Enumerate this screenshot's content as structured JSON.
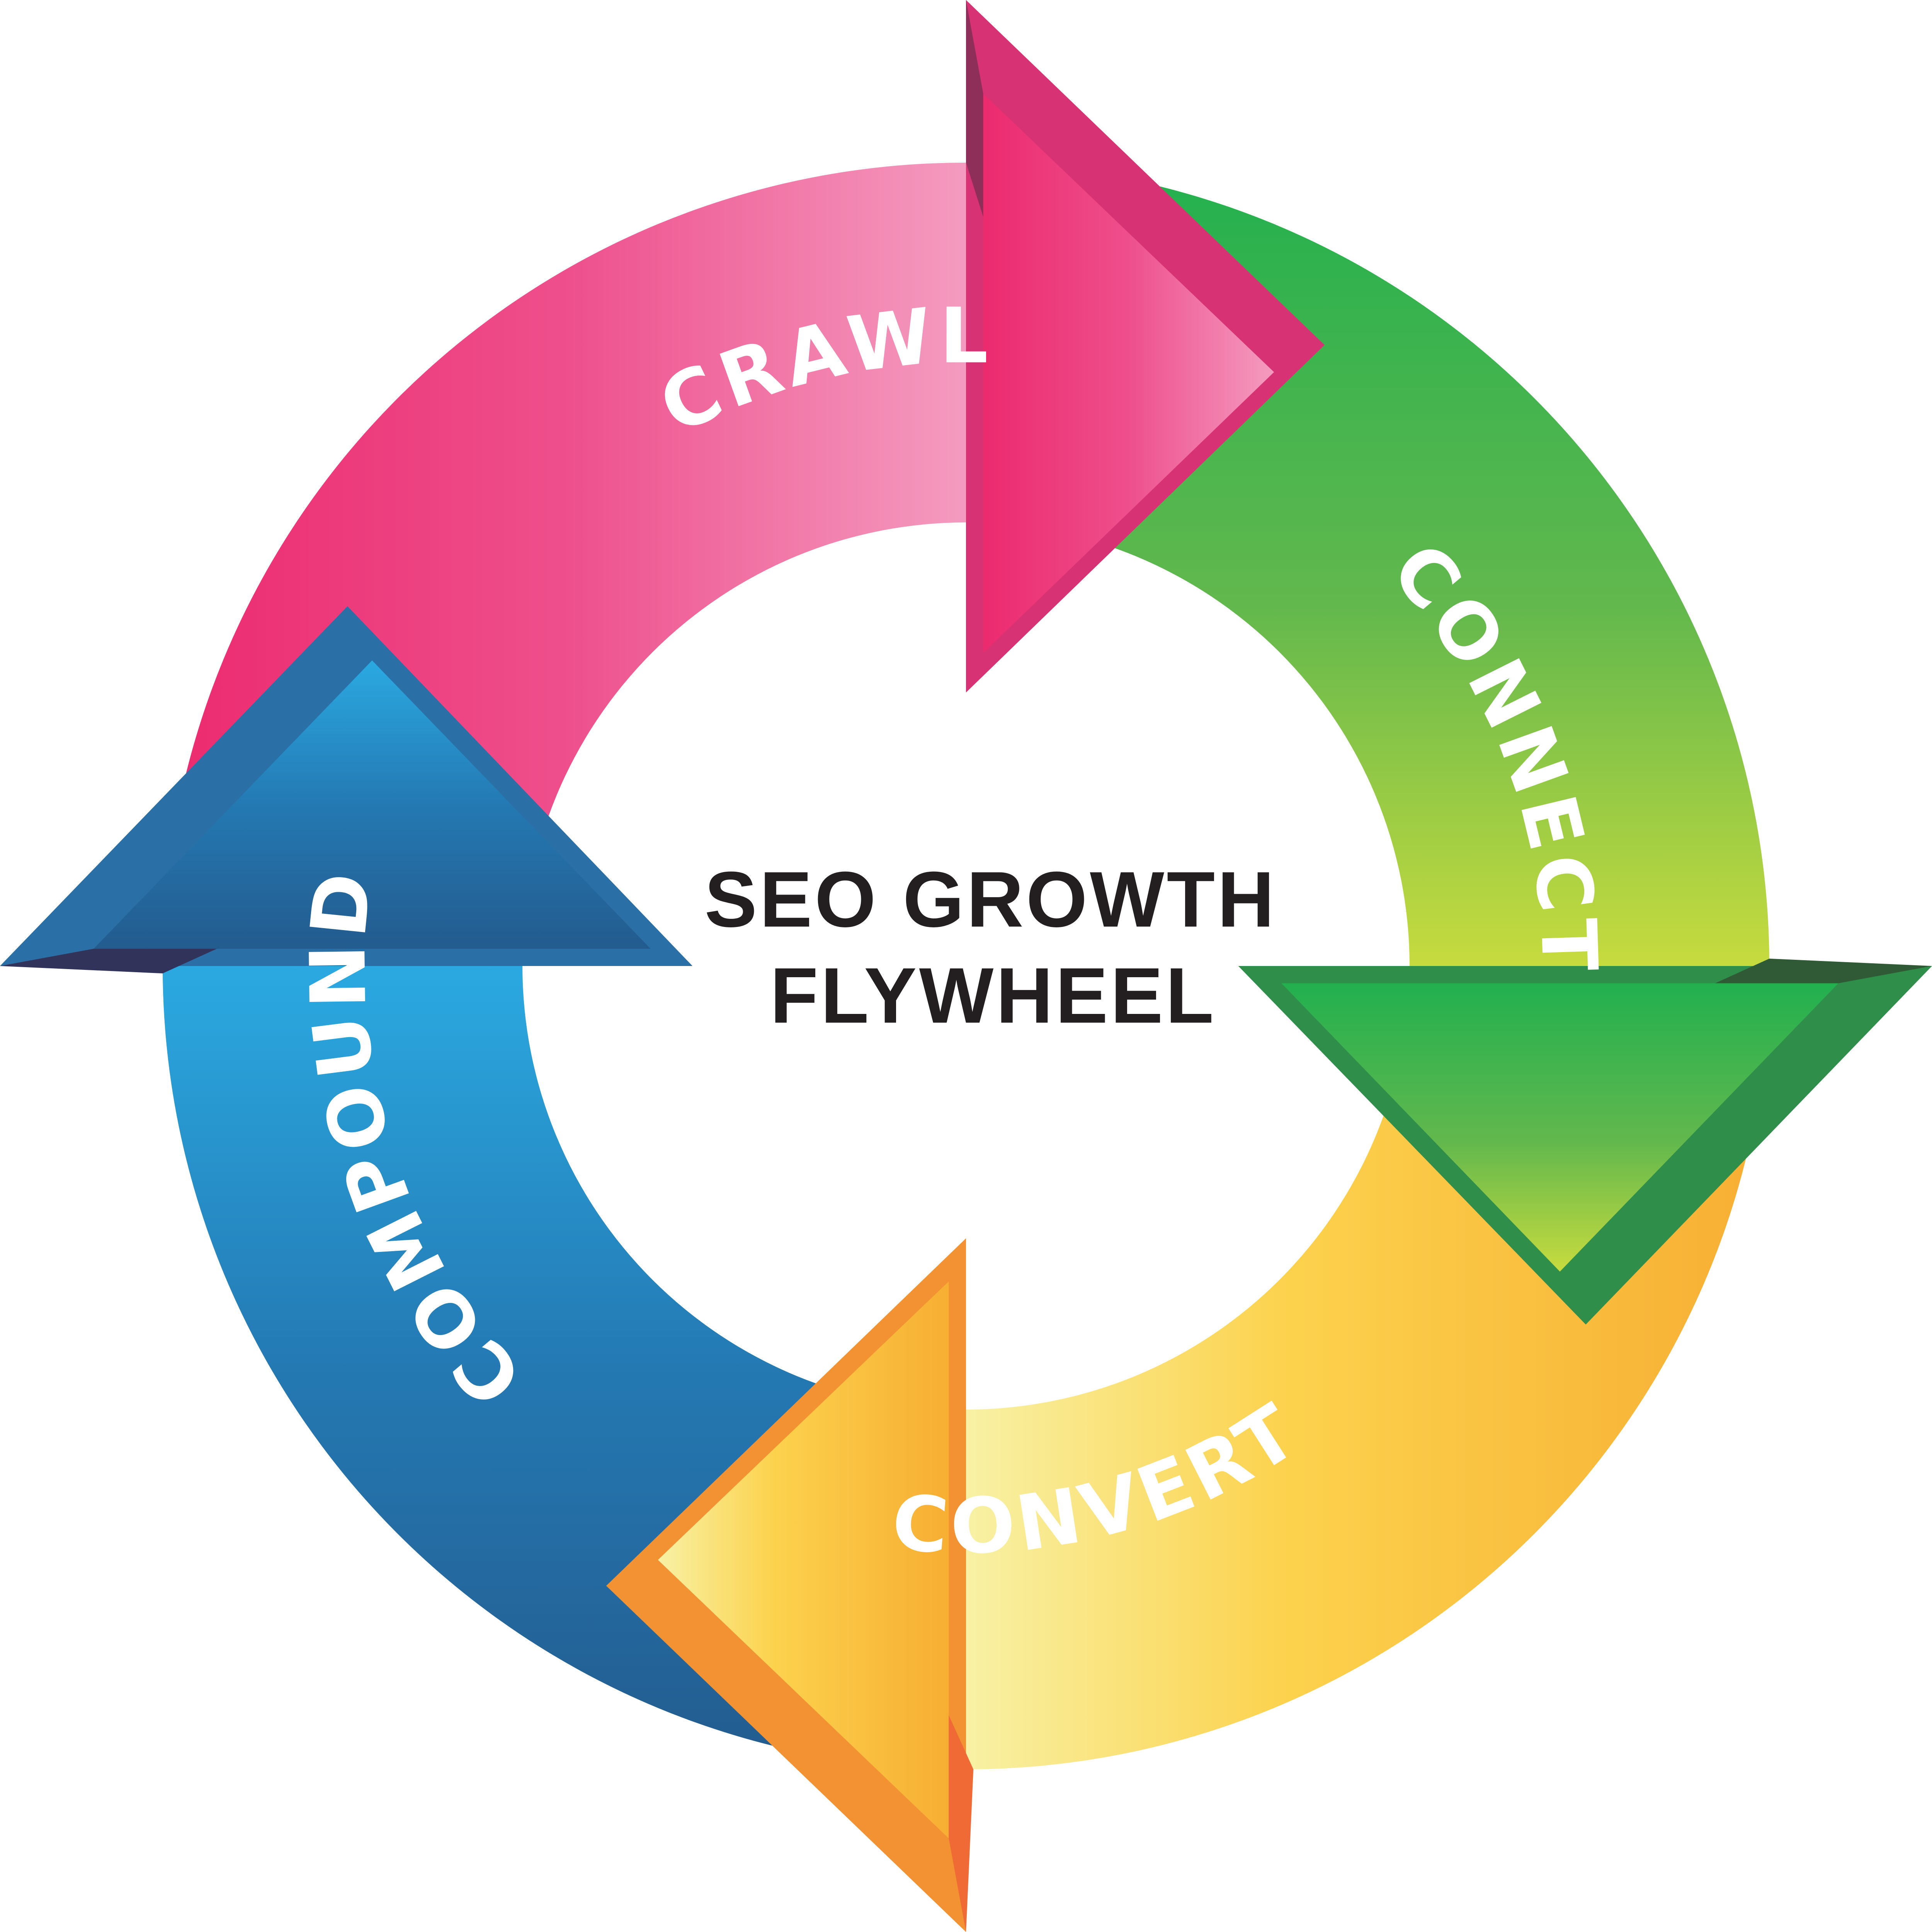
{
  "title_lines": [
    "SEO GROWTH",
    "FLYWHEEL"
  ],
  "stages": [
    {
      "label": "CRAWL",
      "color_start": "#ec2a6e",
      "color_end": "#f49bc0",
      "direction": "right"
    },
    {
      "label": "CONNECT",
      "color_start": "#22b04f",
      "color_end": "#c7db3e",
      "direction": "down"
    },
    {
      "label": "CONVERT",
      "color_start": "#f8f1a4",
      "color_end": "#f7ae33",
      "direction": "left"
    },
    {
      "label": "COMPOUND",
      "color_start": "#2ba9e1",
      "color_end": "#235b8e",
      "direction": "up"
    }
  ]
}
